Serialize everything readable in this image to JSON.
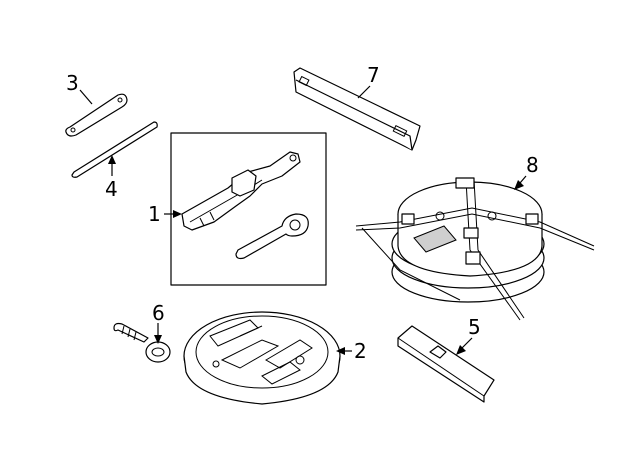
{
  "callouts": {
    "jack_kit": "1",
    "tray": "2",
    "bracket": "3",
    "handle_rod": "4",
    "pad": "5",
    "tow_eye": "6",
    "cover": "7",
    "strap_tire": "8"
  }
}
